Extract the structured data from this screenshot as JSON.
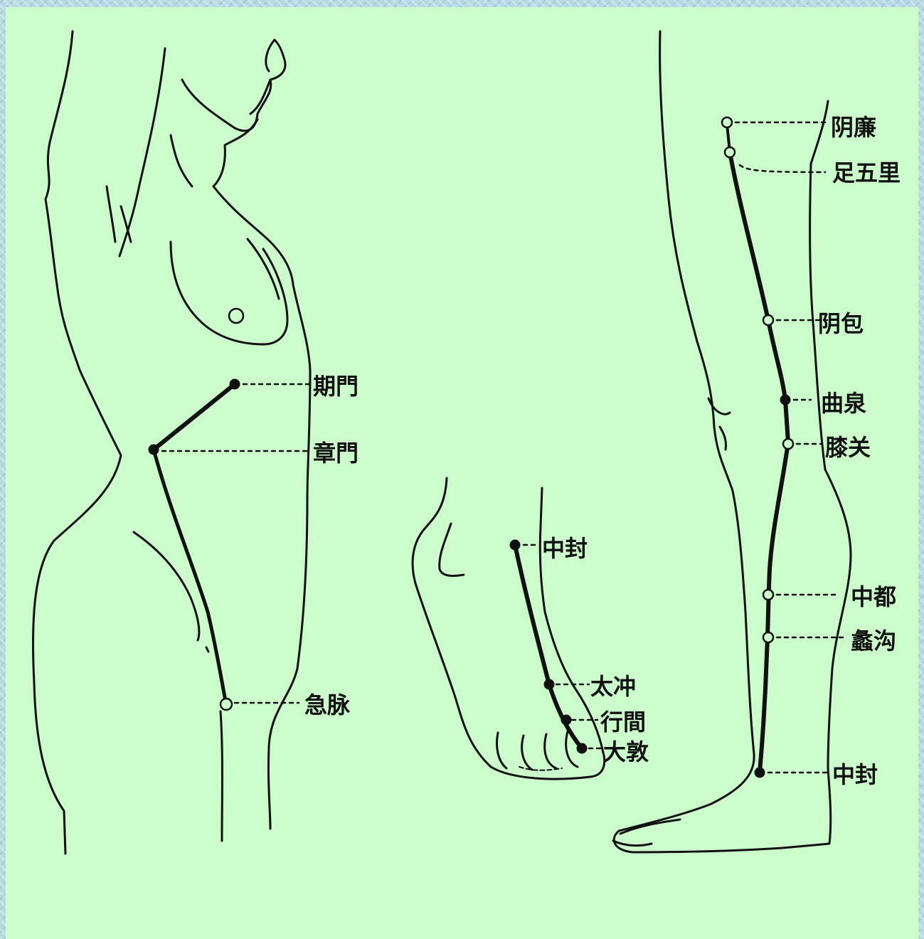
{
  "colors": {
    "background": "#ccfccc",
    "border_pattern": "#b7d9e4",
    "ink": "#111111"
  },
  "figures": [
    {
      "id": "torso",
      "points": [
        "期門",
        "章門",
        "急脉"
      ]
    },
    {
      "id": "foot",
      "points": [
        "中封",
        "太冲",
        "行間",
        "大敦"
      ]
    },
    {
      "id": "leg",
      "points": [
        "阴廉",
        "足五里",
        "阴包",
        "曲泉",
        "膝关",
        "中都",
        "蠡沟",
        "中封"
      ]
    }
  ]
}
